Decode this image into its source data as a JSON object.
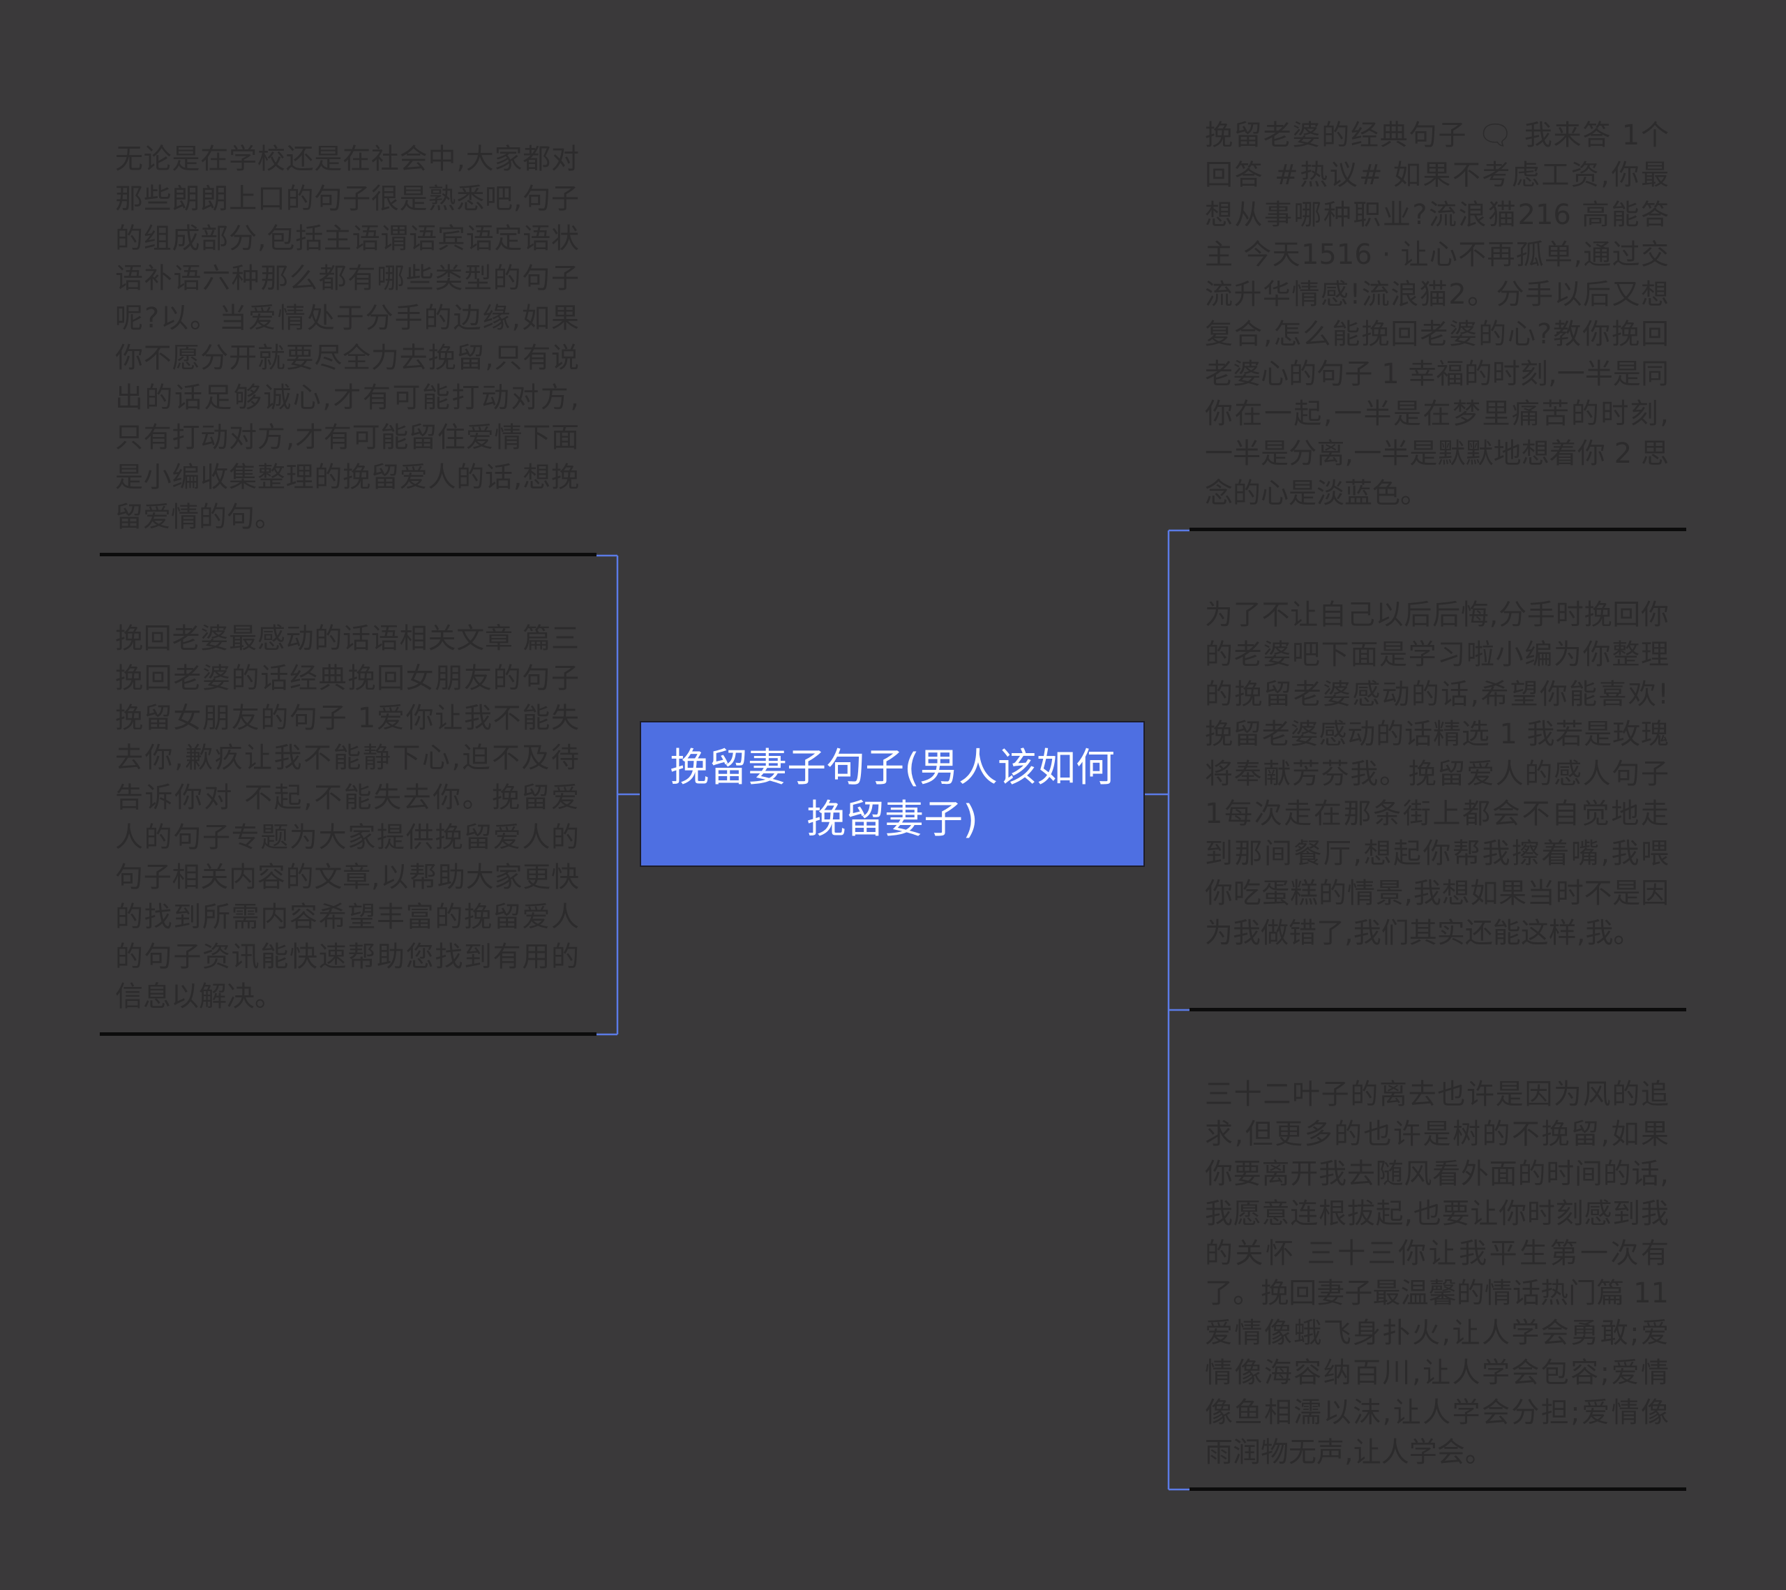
{
  "center": {
    "title": "挽留妻子句子(男人该如何挽留妻子)"
  },
  "branches": [
    {
      "side": "left",
      "text": "无论是在学校还是在社会中,大家都对那些朗朗上口的句子很是熟悉吧,句子的组成部分,包括主语谓语宾语定语状语补语六种那么都有哪些类型的句子呢?以。当爱情处于分手的边缘,如果你不愿分开就要尽全力去挽留,只有说出的话足够诚心,才有可能打动对方,只有打动对方,才有可能留住爱情下面是小编收集整理的挽留爱人的话,想挽留爱情的句。"
    },
    {
      "side": "left",
      "text": "挽回老婆最感动的话语相关文章 篇三挽回老婆的话经典挽回女朋友的句子 挽留女朋友的句子 1爱你让我不能失去你,歉疚让我不能静下心,迫不及待告诉你对 不起,不能失去你。挽留爱人的句子专题为大家提供挽留爱人的句子相关内容的文章,以帮助大家更快的找到所需内容希望丰富的挽留爱人的句子资讯能快速帮助您找到有用的信息以解决。"
    },
    {
      "side": "right",
      "text": "挽留老婆的经典句子  🗨 我来答 1个回答 #热议# 如果不考虑工资,你最想从事哪种职业?流浪猫216  高能答主 今天1516 · 让心不再孤单,通过交流升华情感!流浪猫2。分手以后又想复合,怎么能挽回老婆的心?教你挽回老婆心的句子 1 幸福的时刻,一半是同你在一起,一半是在梦里痛苦的时刻,一半是分离,一半是默默地想着你 2 思念的心是淡蓝色。"
    },
    {
      "side": "right",
      "text": "为了不让自己以后后悔,分手时挽回你的老婆吧下面是学习啦小编为你整理的挽留老婆感动的话,希望你能喜欢! 挽留老婆感动的话精选 1 我若是玫瑰将奉献芳芬我。挽留爱人的感人句子 1每次走在那条街上都会不自觉地走到那间餐厅,想起你帮我擦着嘴,我喂你吃蛋糕的情景,我想如果当时不是因为我做错了,我们其实还能这样,我。"
    },
    {
      "side": "right",
      "text": "三十二叶子的离去也许是因为风的追求,但更多的也许是树的不挽留,如果你要离开我去随风看外面的时间的话,我愿意连根拔起,也要让你时刻感到我的关怀 三十三你让我平生第一次有了。挽回妻子最温馨的情话热门篇 11爱情像蛾飞身扑火,让人学会勇敢;爱情像海容纳百川,让人学会包容;爱情像鱼相濡以沫,让人学会分担;爱情像雨润物无声,让人学会。"
    }
  ],
  "colors": {
    "background": "#3a393a",
    "center_fill": "#4e6fe2",
    "center_text": "#ffffff",
    "connector": "#5b7be6",
    "leaf_text": "#2c2b2c",
    "underline": "#0c0c0c"
  }
}
